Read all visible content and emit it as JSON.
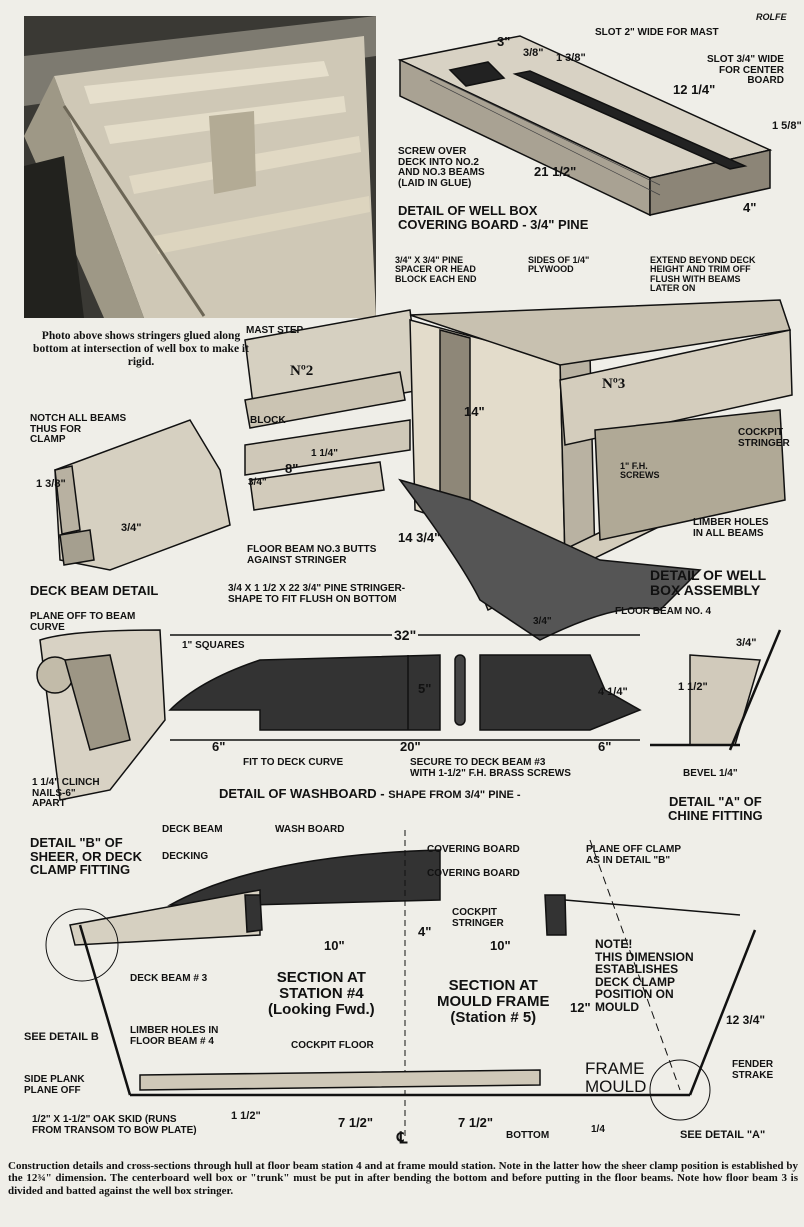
{
  "signature": "ROLFE",
  "photo_caption": "Photo above shows stringers glued along bottom at intersection of well box to make it rigid.",
  "covering_board_detail": {
    "title": "DETAIL OF WELL BOX\nCOVERING BOARD - 3/4\" PINE",
    "slot_mast": "SLOT 2\" WIDE FOR MAST",
    "slot_board": "SLOT 3/4\" WIDE\nFOR CENTER\nBOARD",
    "screw_note": "SCREW OVER\nDECK INTO NO.2\nAND NO.3 BEAMS\n(LAID IN GLUE)",
    "dims": {
      "d1": "3\"",
      "d2": "3/8\"",
      "d3": "1 3/8\"",
      "d4": "12 1/4\"",
      "d5": "1 5/8\"",
      "d6": "21 1/2\"",
      "d7": "4\""
    }
  },
  "well_box_assembly": {
    "title": "DETAIL OF WELL\nBOX ASSEMBLY",
    "spacer": "3/4\" X 3/4\" PINE\nSPACER OR HEAD\nBLOCK EACH END",
    "sides": "SIDES OF 1/4\"\nPLYWOOD",
    "extend": "EXTEND BEYOND DECK\nHEIGHT AND TRIM OFF\nFLUSH WITH BEAMS\nLATER ON",
    "mast_step": "MAST STEP",
    "beam2": "Nº2",
    "beam3": "Nº3",
    "block": "BLOCK",
    "cockpit_stringer": "COCKPIT\nSTRINGER",
    "screws": "1\" F.H.\nSCREWS",
    "limber": "LIMBER HOLES\nIN ALL BEAMS",
    "floor3": "FLOOR BEAM NO.3 BUTTS\nAGAINST STRINGER",
    "pine_stringer": "3/4 X 1 1/2 X 22 3/4\" PINE STRINGER-\nSHAPE TO FIT FLUSH ON BOTTOM",
    "floor4": "FLOOR BEAM NO. 4",
    "dims": {
      "d14": "14\"",
      "d8": "8\"",
      "d1425": "14 3/4\"",
      "d34a": "3/4\"",
      "d114": "1 1/4\"",
      "d34b": "3/4\""
    }
  },
  "deck_beam_detail": {
    "title": "DECK BEAM DETAIL",
    "notch": "NOTCH ALL BEAMS\nTHUS FOR\nCLAMP",
    "dims": {
      "a": "1 3/8\"",
      "b": "3/4\""
    }
  },
  "washboard": {
    "title": "DETAIL OF WASHBOARD - ",
    "subtitle": "SHAPE FROM 3/4\" PINE -",
    "plane_off": "PLANE OFF TO BEAM\nCURVE",
    "squares": "1\" SQUARES",
    "fit": "FIT TO DECK CURVE",
    "secure": "SECURE TO DECK BEAM #3\nWITH 1-1/2\" F.H. BRASS SCREWS",
    "dims": {
      "d32": "32\"",
      "d5": "5\"",
      "d4": "4 1/4\"",
      "d6a": "6\"",
      "d20": "20\"",
      "d6b": "6\""
    }
  },
  "detail_b": {
    "title": "DETAIL \"B\" OF\nSHEER, OR DECK\nCLAMP FITTING",
    "clinch": "1 1/4\" CLINCH\nNAILS-6\"\nAPART"
  },
  "detail_a": {
    "title": "DETAIL \"A\" OF\nCHINE FITTING",
    "bevel": "BEVEL 1/4\"",
    "dims": {
      "a": "3/4\"",
      "b": "1 1/2\""
    }
  },
  "sections": {
    "deck_beam": "DECK BEAM",
    "wash_board": "WASH BOARD",
    "decking": "DECKING",
    "covering1": "COVERING BOARD",
    "covering2": "COVERING BOARD",
    "cockpit_stringer": "COCKPIT\nSTRINGER",
    "plane_clamp": "PLANE OFF CLAMP\nAS IN DETAIL \"B\"",
    "note": "NOTE!\nTHIS DIMENSION\nESTABLISHES\nDECK CLAMP\nPOSITION ON\nMOULD",
    "deck_beam3": "DECK BEAM # 3",
    "station4": "SECTION AT\nSTATION #4\n(Looking Fwd.)",
    "mould_frame": "SECTION AT\nMOULD FRAME\n(Station # 5)",
    "see_b": "SEE DETAIL B",
    "limber4": "LIMBER HOLES IN\nFLOOR BEAM # 4",
    "cockpit_floor": "COCKPIT FLOOR",
    "frame_mould": "FRAME\nMOULD",
    "fender": "FENDER\nSTRAKE",
    "side_plank": "SIDE PLANK\nPLANE OFF",
    "oak_skid": "1/2\" X 1-1/2\" OAK SKID (RUNS\nFROM TRANSOM TO BOW PLATE)",
    "bottom": "BOTTOM",
    "see_a": "SEE DETAIL \"A\"",
    "dims": {
      "d10a": "10\"",
      "d4": "4\"",
      "d10b": "10\"",
      "d12": "12\"",
      "d1234": "12 3/4\"",
      "d112": "1 1/2\"",
      "d75a": "7 1/2\"",
      "d75b": "7 1/2\"",
      "d14": "1/4",
      "cl": "℄"
    }
  },
  "caption": "Construction details and cross-sections through hull at floor beam station 4 and at frame mould station. Note in the latter how the sheer clamp position is established by the 12¾\" dimension. The centerboard well box or \"trunk\" must be put in after bending the bottom and before putting in the floor beams. Note how floor beam 3 is divided and batted against the well box stringer."
}
